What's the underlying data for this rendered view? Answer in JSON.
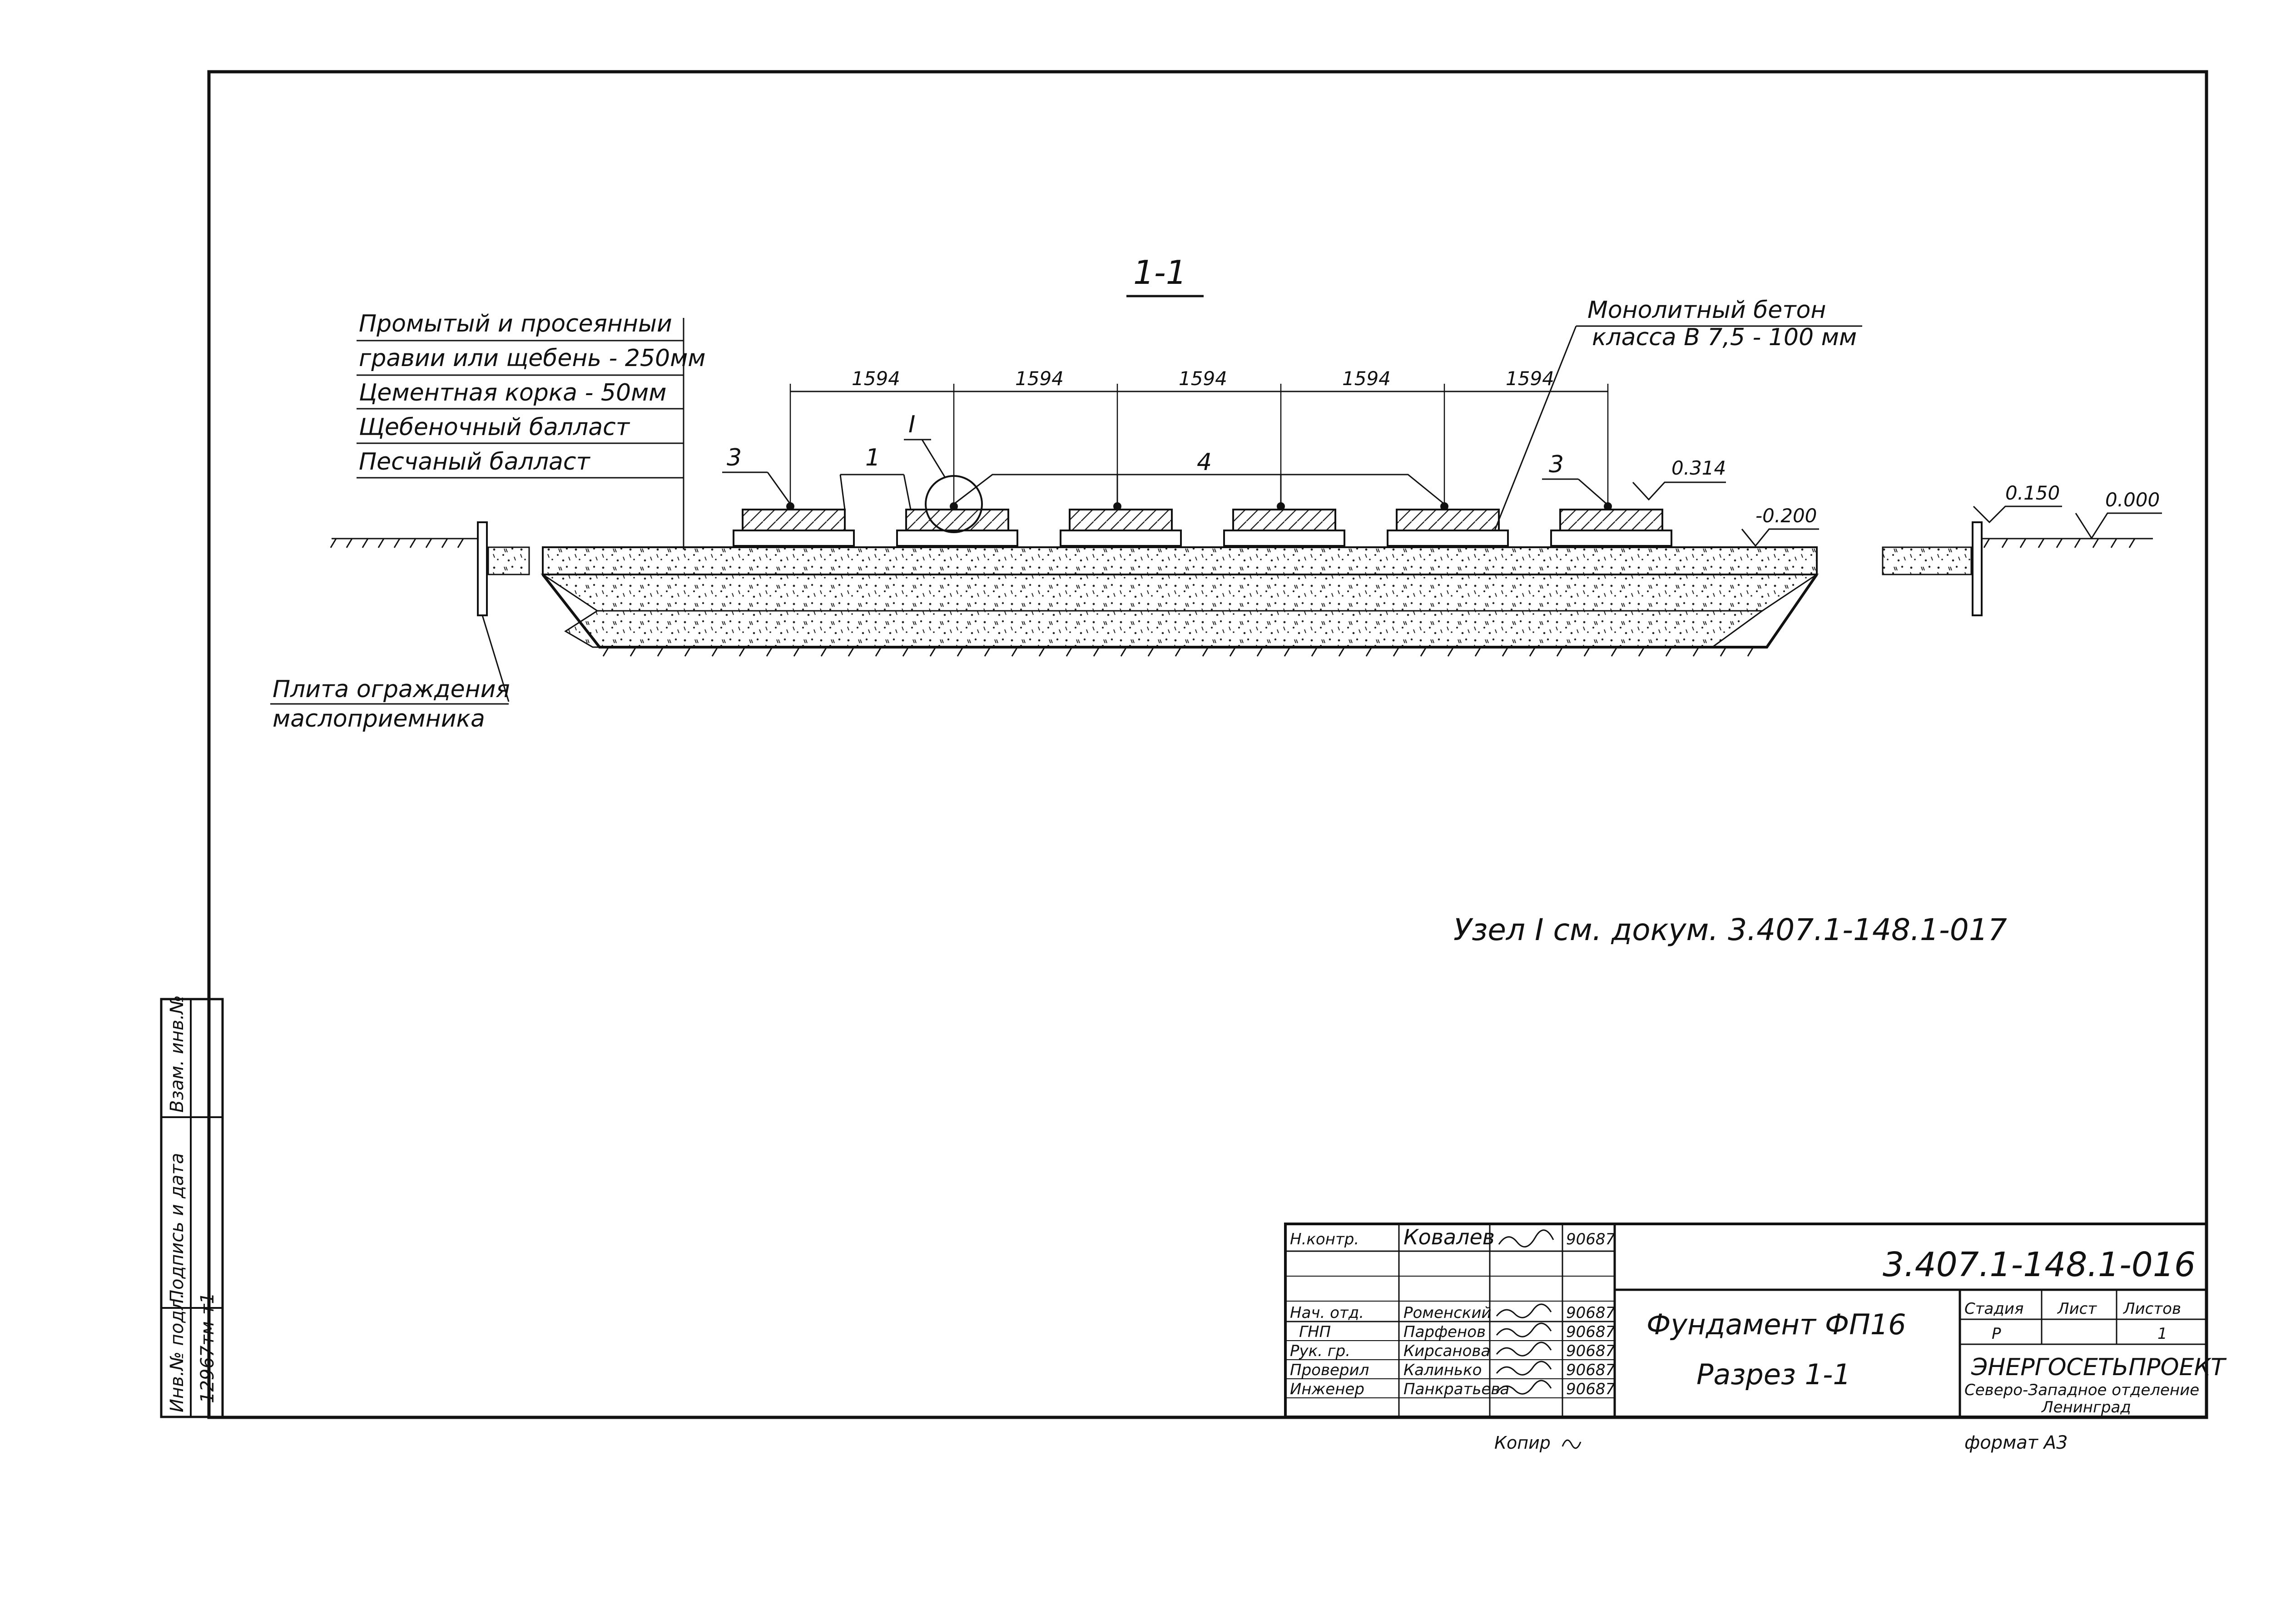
{
  "section": {
    "title": "1-1",
    "layers": [
      "Промытый  и  просеянныи",
      "гравии  или  щебень - 250мм",
      "Цементная  корка - 50мм",
      "Щебеночный  балласт",
      "Песчаный  балласт"
    ],
    "concrete": [
      "Монолитный  бетон",
      "класса  В 7,5 - 100 мм"
    ],
    "dims": [
      "1594",
      "1594",
      "1594",
      "1594",
      "1594"
    ],
    "callouts": {
      "c3_left": "3",
      "c1": "1",
      "cI": "I",
      "c4": "4",
      "c3_right": "3"
    },
    "levels": {
      "l314": "0.314",
      "l200": "-0.200",
      "l150": "0.150",
      "l000": "0.000"
    },
    "plate_note": [
      "Плита ограждения",
      "маслоприемника"
    ],
    "node_ref": "Узел  I  см.  докум.  3.407.1-148.1-017"
  },
  "side_stamp": {
    "labels": [
      "Инв.№ подл.",
      "Подпись и дата",
      "Взам. инв.№"
    ],
    "inv_number": "12967тм-т1"
  },
  "title_block": {
    "doc_code": "3.407.1-148.1-016",
    "rows": [
      {
        "role": "Н.контр.",
        "name": "Ковалев",
        "sign": "подп.",
        "date": "90687"
      },
      {
        "role": "Нач. отд.",
        "name": "Роменский",
        "sign": "подп.",
        "date": "90687"
      },
      {
        "role": "ГНП",
        "name": "Парфенов",
        "sign": "подп.",
        "date": "90687"
      },
      {
        "role": "Рук. гр.",
        "name": "Кирсанова",
        "sign": "подп.",
        "date": "90687"
      },
      {
        "role": "Проверил",
        "name": "Калинько",
        "sign": "подп.",
        "date": "90687"
      },
      {
        "role": "Инженер",
        "name": "Панкратьева",
        "sign": "подп.",
        "date": "90687"
      }
    ],
    "name_lines": [
      "Фундамент  ФП16",
      "Разрез  1-1"
    ],
    "headers": {
      "stage": "Стадия",
      "sheet": "Лист",
      "sheets": "Листов"
    },
    "values": {
      "stage": "Р",
      "sheet": "",
      "sheets": "1"
    },
    "org": [
      "ЭНЕРГОСЕТЬПРОЕКТ",
      "Северо-Западное отделение",
      "Ленинград"
    ],
    "copied": "Копир",
    "format": "формат  А3"
  }
}
